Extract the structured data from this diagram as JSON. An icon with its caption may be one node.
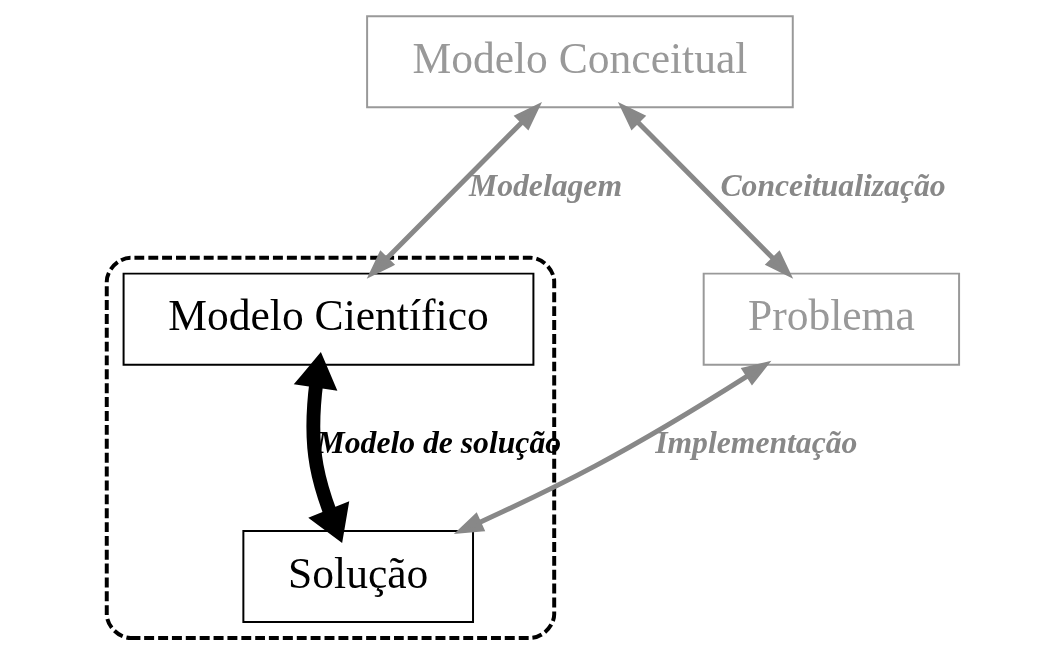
{
  "diagram": {
    "nodes": [
      {
        "text": [
          "Modelo Conceitual"
        ]
      },
      {
        "text": [
          "Problema"
        ]
      },
      {
        "text": [],
        "shape": "ellipse"
      },
      {
        "text": [
          "Modelo Científico"
        ],
        "in": 2
      },
      {
        "text": [
          "Solução"
        ],
        "in": 2
      }
    ],
    "edges": [
      {
        "from": 0,
        "to": 1,
        "arrow": "both",
        "label": "Conceitualização"
      },
      {
        "from": 0,
        "to": 3,
        "arrow": "both",
        "label": "Modelagem"
      },
      {
        "from": 1,
        "to": 4,
        "arrow": "both",
        "label": "Implementação"
      },
      {
        "from": 3,
        "to": 4,
        "arrow": "both",
        "label": "Modelo de solução",
        "style": "thick",
        "color": "#000000"
      }
    ]
  }
}
